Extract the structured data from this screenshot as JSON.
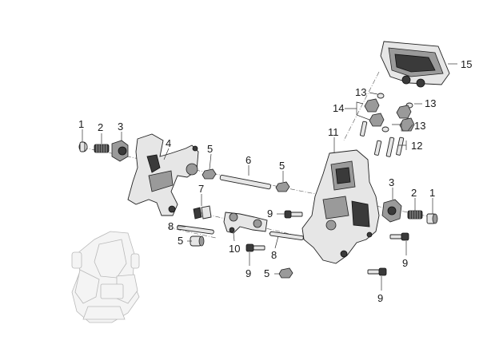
{
  "callouts": {
    "c1a": "1",
    "c2a": "2",
    "c3a": "3",
    "c4": "4",
    "c5a": "5",
    "c6": "6",
    "c5b": "5",
    "c7": "7",
    "c8a": "8",
    "c5c": "5",
    "c10": "10",
    "c9a": "9",
    "c8b": "8",
    "c5d": "5",
    "c9b": "9",
    "c9c": "9",
    "c9d": "9",
    "c11": "11",
    "c3b": "3",
    "c2b": "2",
    "c1b": "1",
    "c12": "12",
    "c13a": "13",
    "c13b": "13",
    "c13c": "13",
    "c14": "14",
    "c15": "15"
  }
}
